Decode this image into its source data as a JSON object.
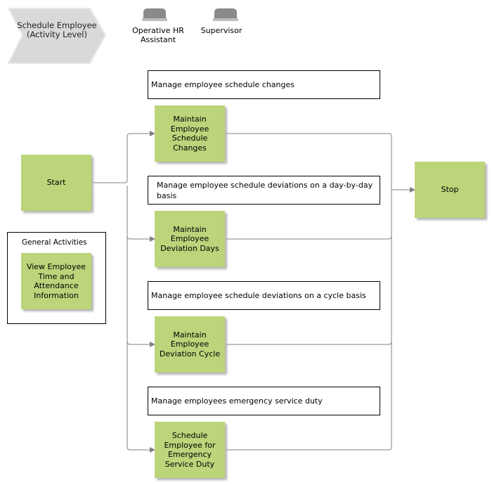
{
  "header": {
    "process_title": "Schedule Employee (Activity Level)",
    "roles": [
      {
        "label": "Operative HR Assistant"
      },
      {
        "label": "Supervisor"
      }
    ]
  },
  "events": {
    "start": "Start",
    "stop": "Stop"
  },
  "notes": [
    "Manage employee schedule changes",
    "Manage employee schedule deviations on a day-by-day basis",
    "Manage employee schedule deviations on a cycle basis",
    "Manage employees emergency service duty"
  ],
  "activities": [
    "Maintain Employee Schedule Changes",
    "Maintain Employee Deviation Days",
    "Maintain Employee Deviation Cycle",
    "Schedule Employee for Emergency Service Duty"
  ],
  "general_activities": {
    "title": "General Activities",
    "items": [
      "View Employee Time and Attendance Information"
    ]
  },
  "colors": {
    "activity_fill": "#bcd47a",
    "chevron_fill": "#dcdcdc",
    "connector": "#808080"
  }
}
